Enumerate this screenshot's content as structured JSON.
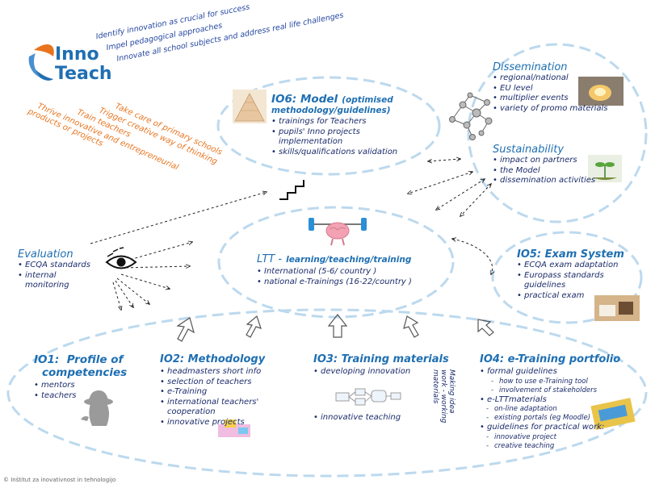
{
  "logo": {
    "line1": "Inno",
    "line2": "Teach"
  },
  "goals": [
    "Identify innovation as crucial for success",
    "Impel pedagogical approaches",
    "Innovate all school subjects and address real life challenges"
  ],
  "aims": [
    "Take care of primary schools",
    "Trigger creative way of thinking",
    "Train teachers",
    "Thrive innovative and entrepreneurial",
    "products or projects"
  ],
  "io6": {
    "title_main": "IO6: Model",
    "title_rest": "(optimised",
    "title_line2": "methodology/guidelines)",
    "items": [
      "trainings for Teachers",
      "pupils' Inno projects",
      "implementation",
      "skills/qualifications validation"
    ]
  },
  "dissemination": {
    "title": "Dissemination",
    "items": [
      "regional/national",
      "EU level",
      "multiplier events",
      "variety of promo  materials"
    ]
  },
  "sustainability": {
    "title": "Sustainability",
    "items": [
      "impact on partners",
      "the Model",
      "dissemination activities"
    ]
  },
  "evaluation": {
    "title": "Evaluation",
    "items": [
      "ECQA standards",
      "internal",
      "monitoring"
    ]
  },
  "ltt": {
    "title_main": "LTT -",
    "title_rest": "learning/teaching/training",
    "items": [
      "International (5-6/ country )",
      "national e-Trainings (16-22/country )"
    ]
  },
  "io5": {
    "title": "IO5: Exam System",
    "items": [
      "ECQA exam adaptation",
      "Europass standards",
      "guidelines",
      "practical exam"
    ]
  },
  "io1": {
    "title_line1": "IO1:  Profile of",
    "title_line2": "competencies",
    "items": [
      "mentors",
      "teachers"
    ]
  },
  "io2": {
    "title": "IO2: Methodology",
    "items": [
      "headmasters short info",
      "selection of teachers",
      "e-Training",
      "international teachers'",
      "cooperation",
      "innovative projects"
    ]
  },
  "io3": {
    "title": "IO3: Training materials",
    "items": [
      "developing innovation",
      "innovative teaching"
    ],
    "side_note": [
      "Making idea",
      "work - working",
      "materials"
    ]
  },
  "io4": {
    "title": "IO4: e-Training portfolio",
    "items": {
      "a": "formal guidelines",
      "a_sub": [
        "how to use e-Training tool",
        "involvement of stakeholders"
      ],
      "b": "e-LTTmaterials",
      "b_sub": [
        "on-line adaptation",
        "existing portals (eg Moodle)"
      ],
      "c": "guidelines for practical work:",
      "c_sub": [
        "innovative project",
        "creative teaching"
      ]
    }
  },
  "footer": "© Inštitut za inovativnost in tehnologijo",
  "colors": {
    "heading_blue": "#1f6fb2",
    "text_navy": "#1c2c6b",
    "orange": "#e8741e",
    "ellipse": "#bcd9ee"
  }
}
